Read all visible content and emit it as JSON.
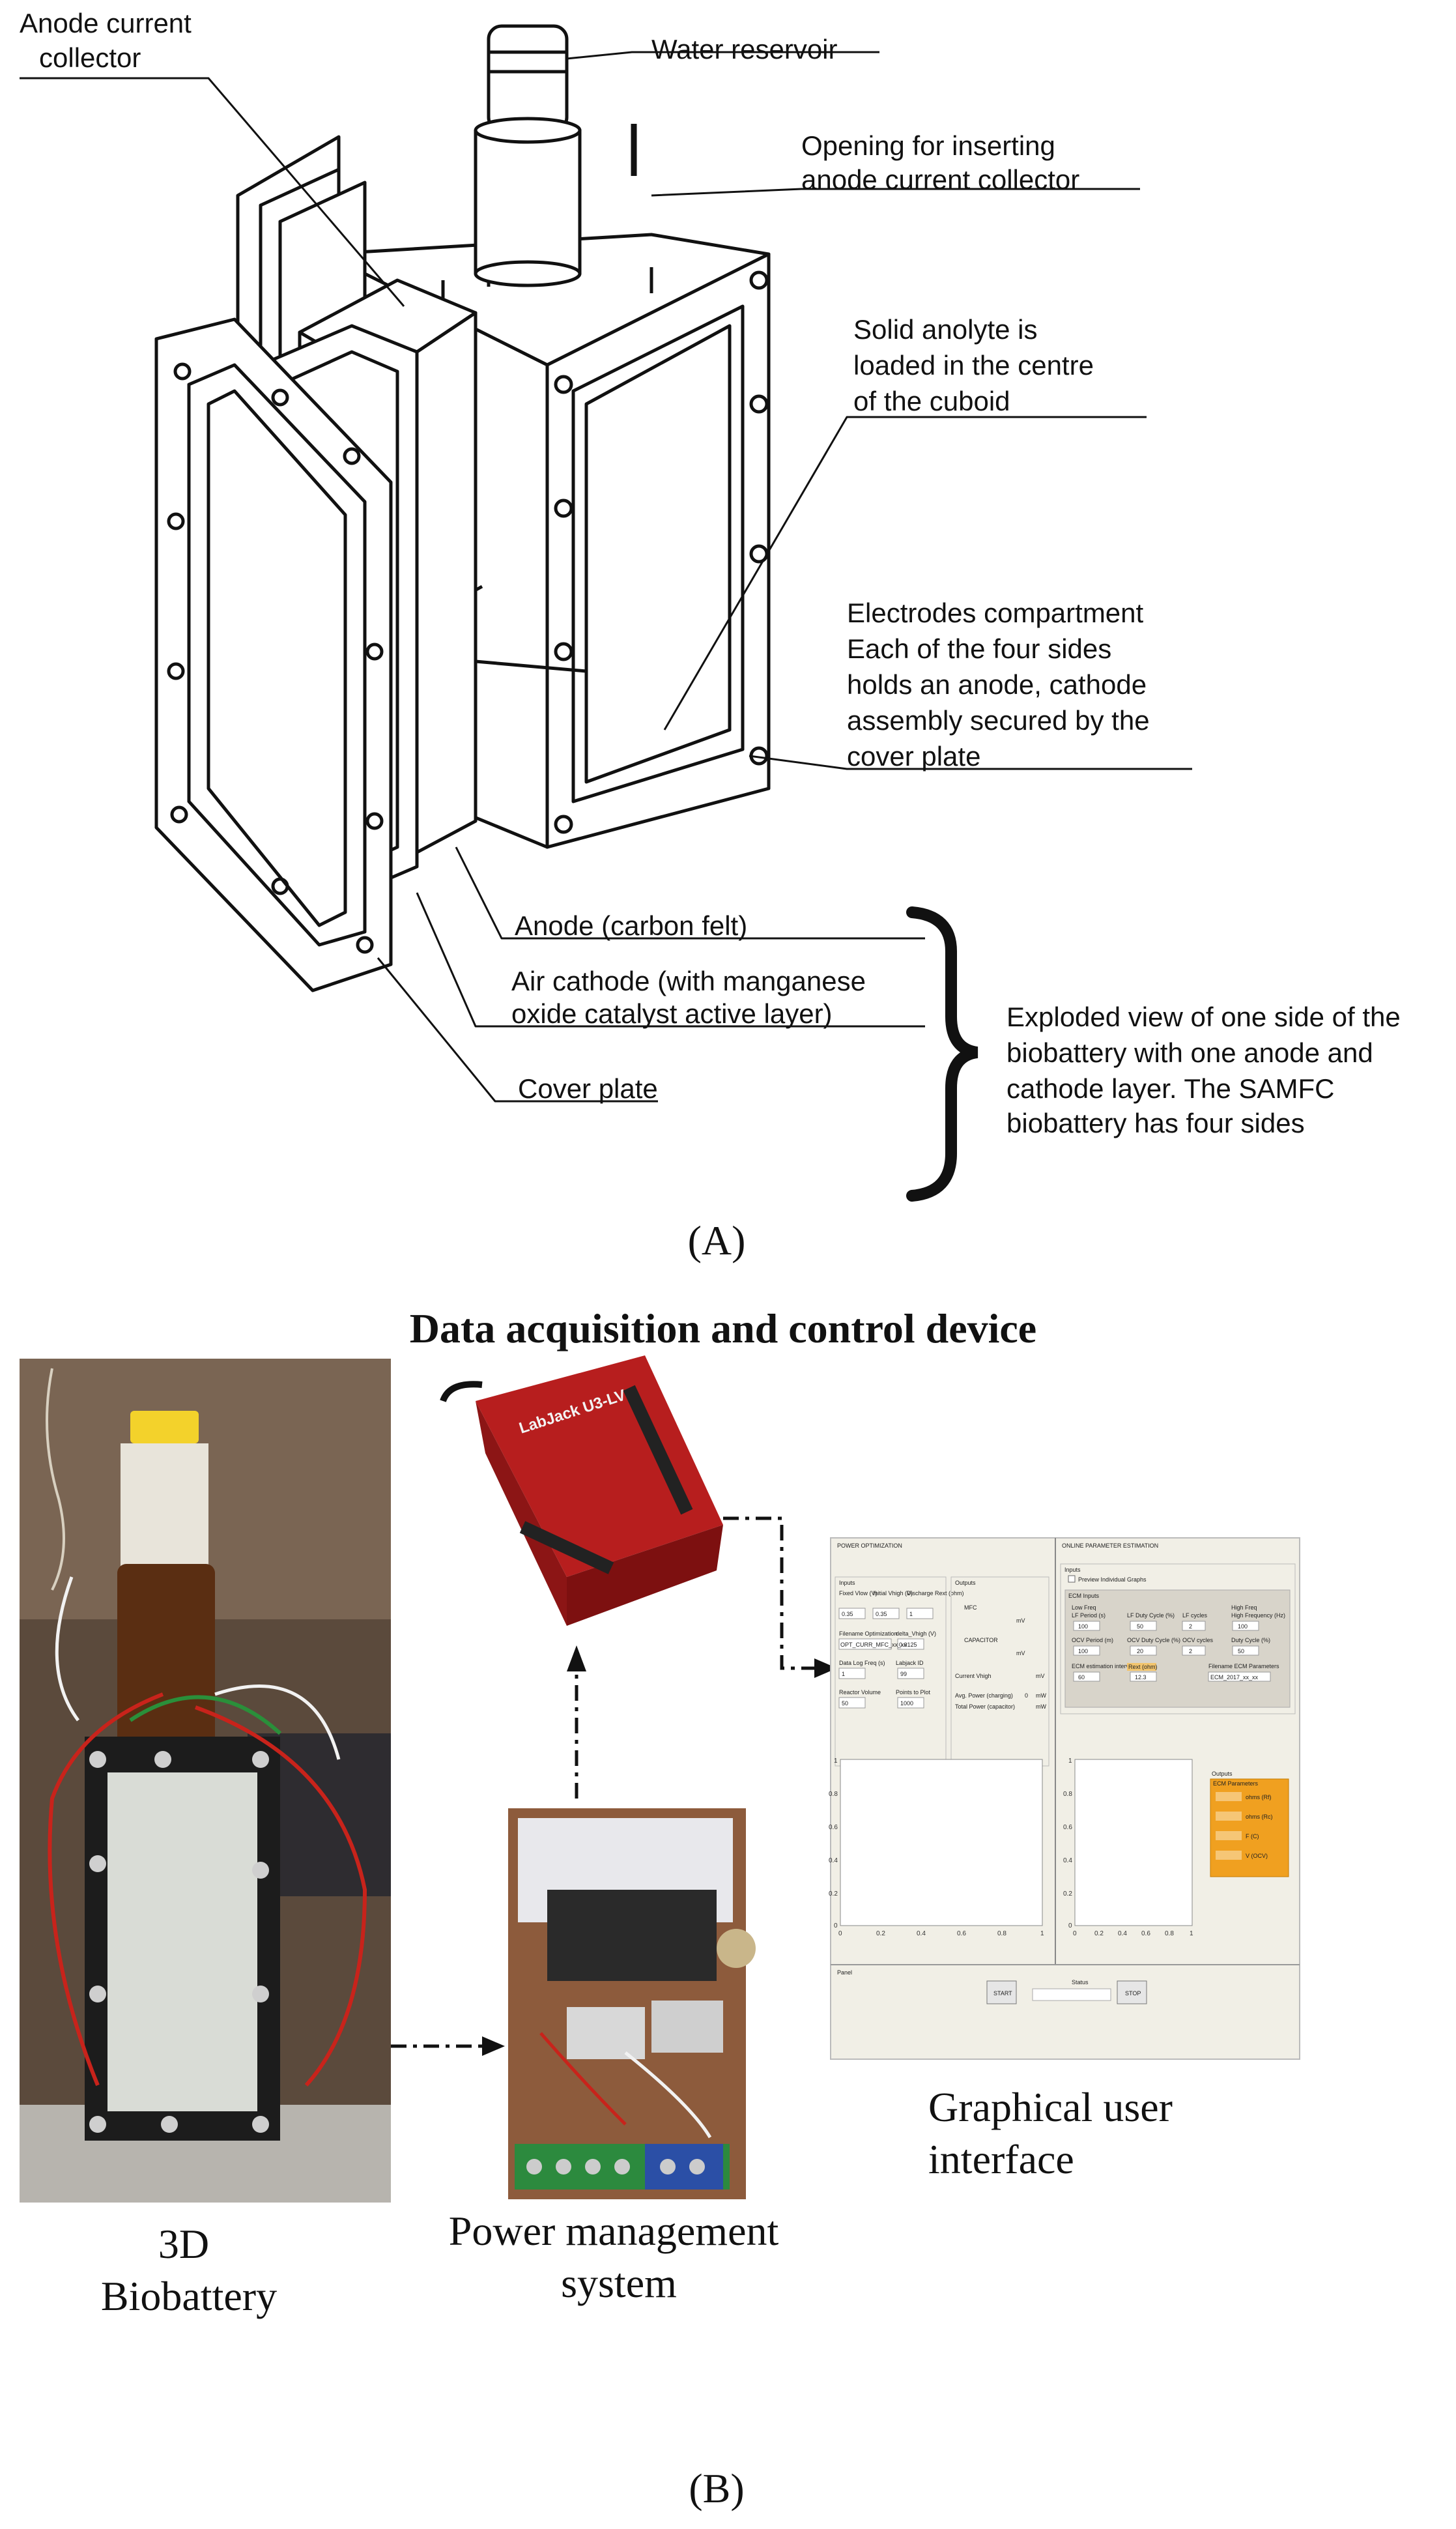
{
  "panelA": {
    "labels": {
      "anode_current_collector": [
        "Anode current",
        "collector"
      ],
      "water_reservoir": "Water reservoir",
      "opening": [
        "Opening for inserting",
        "anode current collector"
      ],
      "solid_analyte": [
        "Solid anolyte is",
        "loaded in the centre",
        "of the cuboid"
      ],
      "electrodes": [
        "Electrodes compartment",
        "Each of the four sides",
        "holds an anode, cathode",
        "assembly secured by the",
        "cover plate"
      ],
      "anode": "Anode (carbon felt)",
      "air_cathode": [
        "Air cathode (with manganese",
        "oxide catalyst active layer)"
      ],
      "cover_plate": "Cover plate",
      "exploded": [
        "Exploded view of one side of the",
        "biobattery with one anode and",
        "cathode layer. The SAMFC",
        "biobattery has four sides"
      ]
    },
    "caption": "(A)"
  },
  "panelB": {
    "title": "Data acquisition and control device",
    "device_label": "LabJack U3-LV",
    "labels": {
      "biobattery": [
        "3D",
        "Biobattery"
      ],
      "power": [
        "Power management",
        "system"
      ],
      "gui": [
        "Graphical user",
        "interface"
      ]
    },
    "gui": {
      "left_header": "POWER OPTIMIZATION",
      "right_header": "ONLINE PARAMETER ESTIMATION",
      "inputs_label": "Inputs",
      "outputs_label": "Outputs",
      "input_headers": [
        "Fixed Vlow (V)",
        "Initial Vhigh (V)",
        "Discharge Rext (ohm)"
      ],
      "input_values": [
        "0.35",
        "0.35",
        "1"
      ],
      "filename_label": "Filename Optimization",
      "filename_value": "OPT_CURR_MFC_xx_xx",
      "delta_label": "delta_Vhigh (V)",
      "delta_value": "0.0125",
      "datalog_label": "Data Log Freq (s)",
      "datalog_value": "1",
      "labjack_label": "Labjack ID",
      "labjack_value": "99",
      "reactor_label": "Reactor Volume",
      "reactor_value": "50",
      "points_label": "Points to Plot",
      "points_value": "1000",
      "out_mfc": "MFC",
      "out_capacitor": "CAPACITOR",
      "out_current": "Current Vhigh",
      "out_avg": "Avg. Power (charging)",
      "out_total": "Total Power (capacitor)",
      "unit_mv": "mV",
      "unit_mw": "mW",
      "avg_value": "0",
      "preview_label": "Preview Individual Graphs",
      "ecm_inputs": "ECM Inputs",
      "ecm_col1": [
        "Low Freq",
        "LF Period (s)",
        "100",
        "OCV Period (m)",
        "100",
        "ECM estimation interval (m)",
        "60"
      ],
      "ecm_col2": [
        "LF Duty Cycle (%)",
        "50",
        "OCV Duty Cycle (%)",
        "20",
        "Rext (ohm)",
        "12.3"
      ],
      "ecm_col3": [
        "LF cycles",
        "2",
        "OCV cycles",
        "2"
      ],
      "ecm_col4": [
        "High Freq",
        "High Frequency (Hz)",
        "100",
        "Duty Cycle (%)",
        "50",
        "Filename ECM Parameters",
        "ECM_2017_xx_xx"
      ],
      "ecm_params_title": "ECM Parameters",
      "ecm_params": [
        "ohms (Rf)",
        "ohms (Rc)",
        "F (C)",
        "V (OCV)"
      ],
      "ticks_y": [
        "1",
        "0.8",
        "0.6",
        "0.4",
        "0.2",
        "0"
      ],
      "ticks_x": [
        "0",
        "0.2",
        "0.4",
        "0.6",
        "0.8",
        "1"
      ],
      "panel_label": "Panel",
      "start": "START",
      "status": "Status",
      "stop": "STOP"
    },
    "caption": "(B)"
  }
}
